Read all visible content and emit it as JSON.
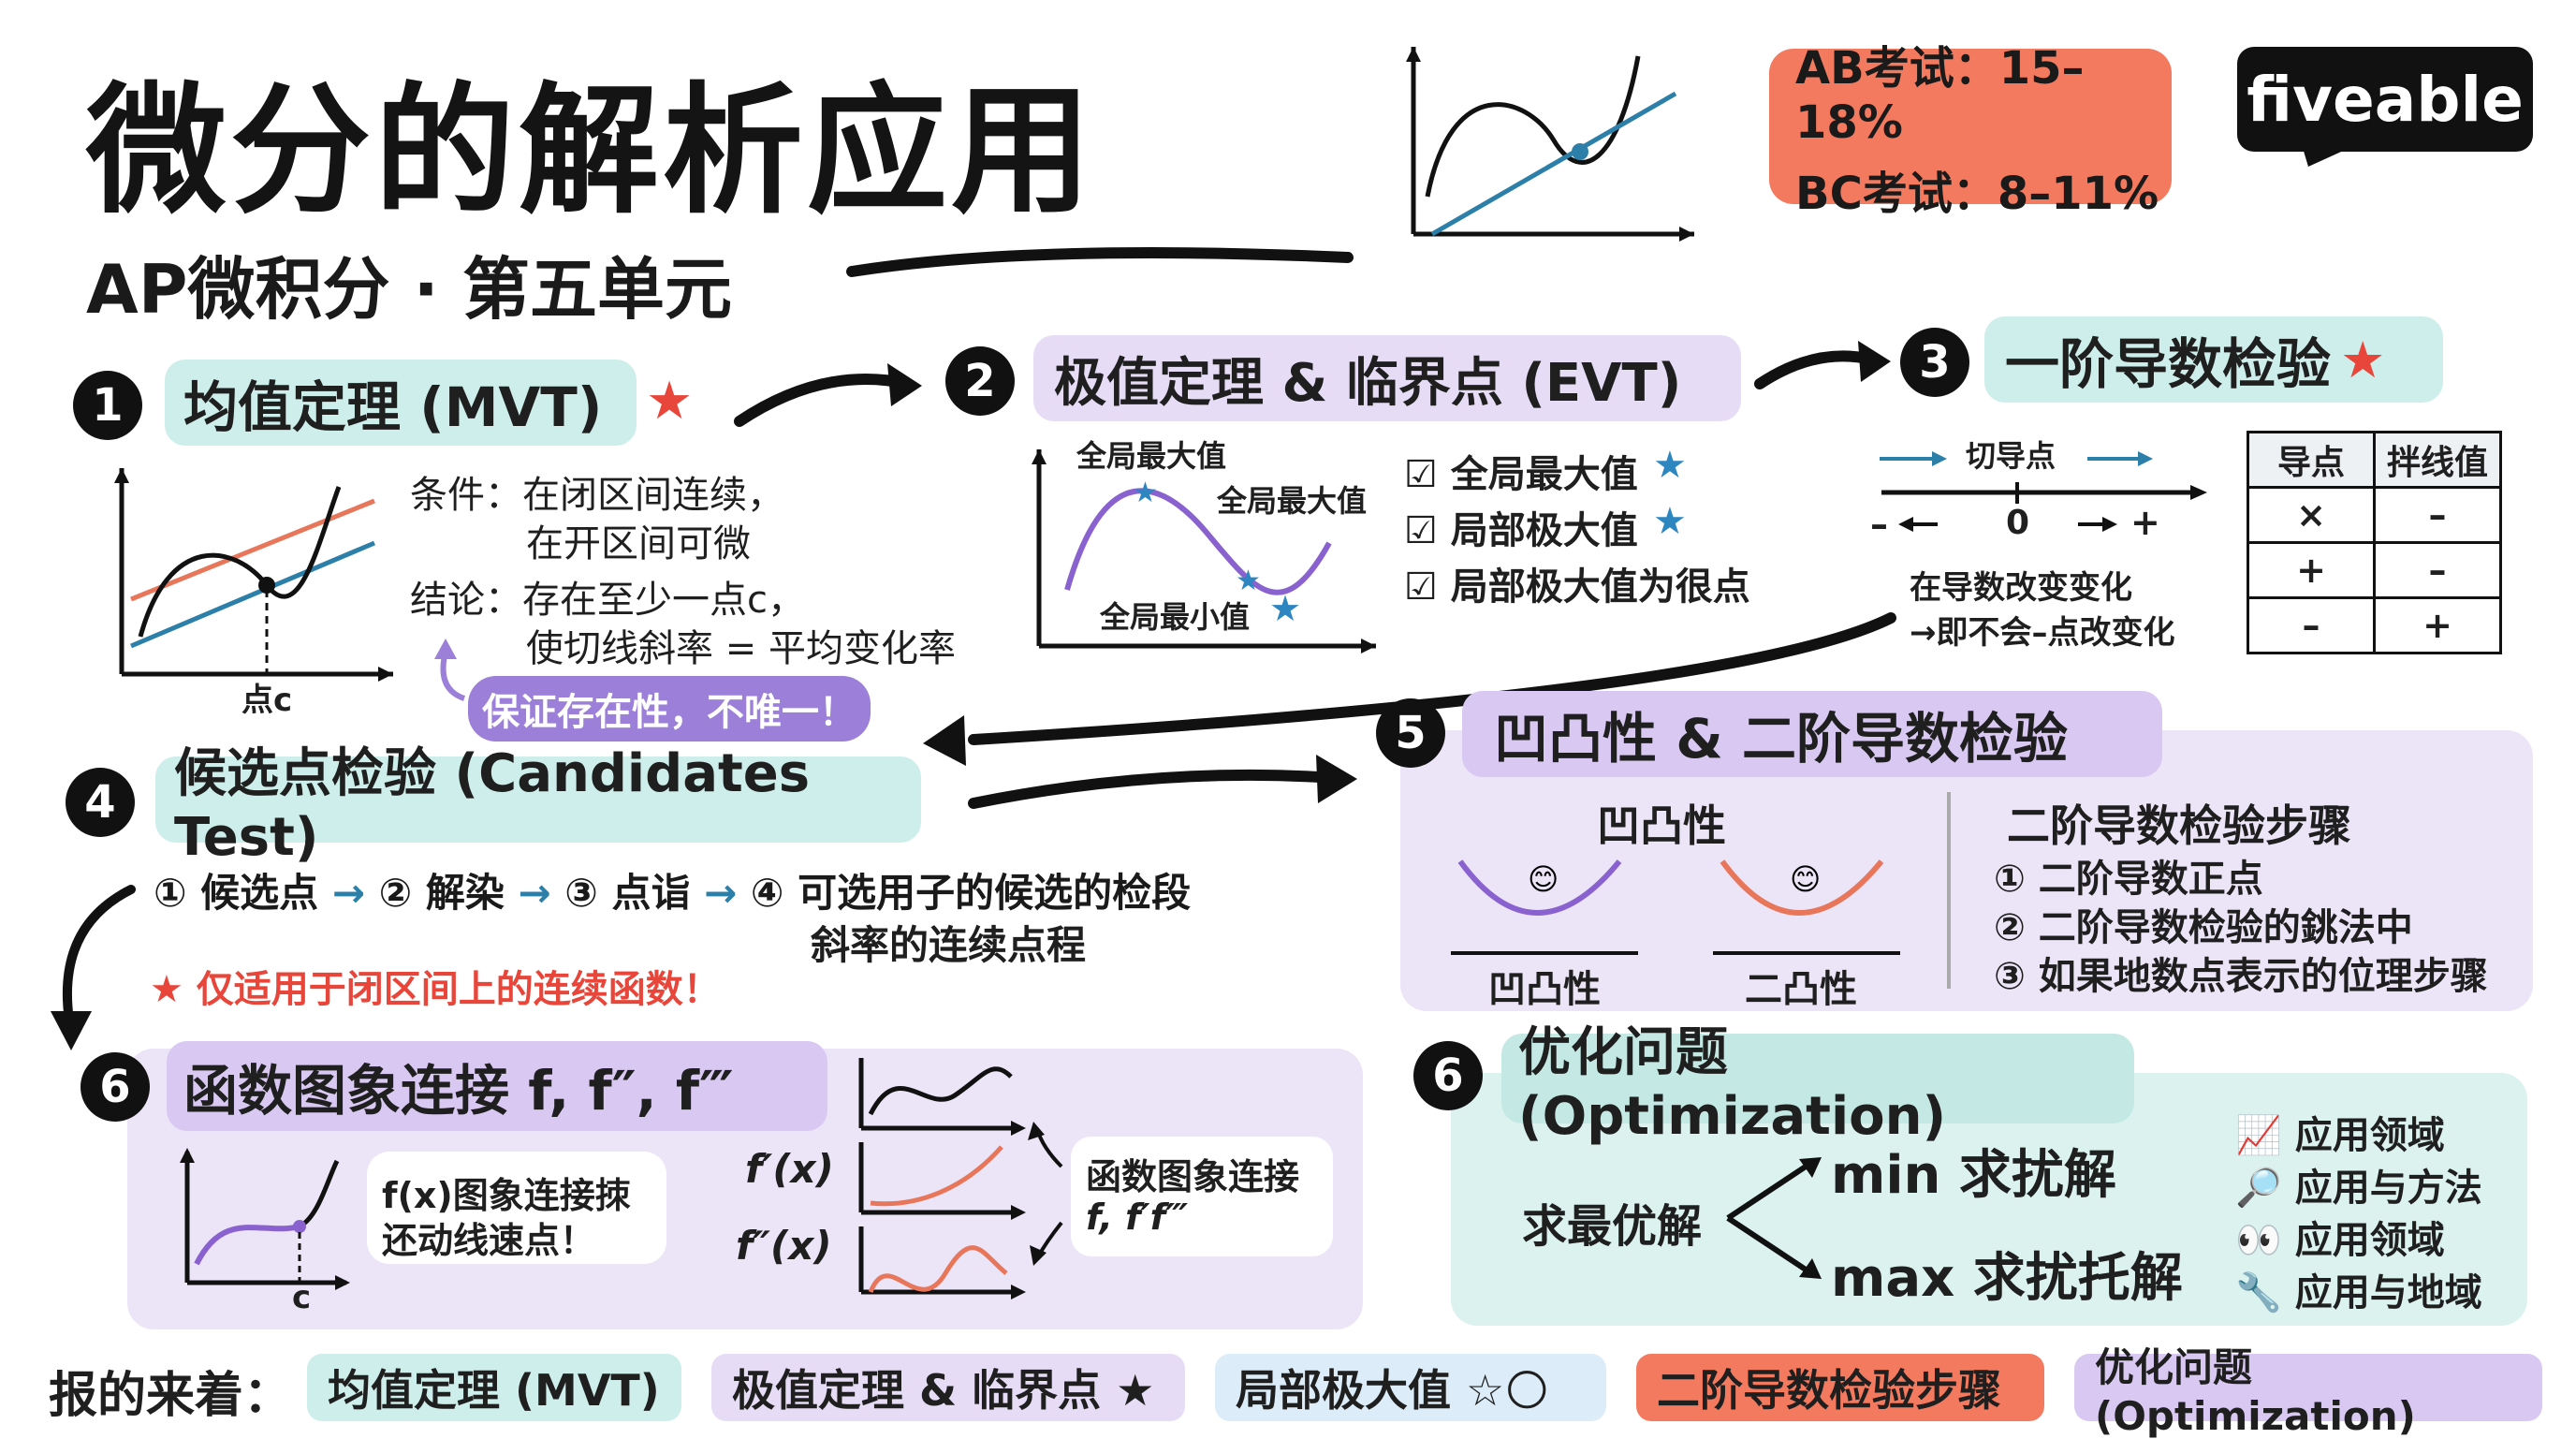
{
  "header": {
    "title": "微分的解析应用",
    "subtitle": "AP微积分 · 第五单元",
    "exam_ab": "AB考试：15–18%",
    "exam_bc": "BC考试：8–11%",
    "brand": "fiveable"
  },
  "s1": {
    "num": "1",
    "title": "均值定理 (MVT)",
    "star": "★",
    "cond1": "条件：在闭区间连续，",
    "cond2": "在开区间可微",
    "conc1": "结论：存在至少一点c，",
    "conc2": "使切线斜率 = 平均变化率",
    "point_label": "点c",
    "note": "保证存在性，不唯一！"
  },
  "s2": {
    "num": "2",
    "title": "极值定理 & 临界点 (EVT)",
    "label_max1": "全局最大值",
    "label_max2": "全局最大值",
    "label_min": "全局最小值",
    "check1": "☑ 全局最大值",
    "check2": "☑ 局部极大值",
    "check3": "☑ 局部极大值为很点"
  },
  "s3": {
    "num": "3",
    "title": "一阶导数检验",
    "arrow_label": "切导点",
    "minus": "–",
    "zero": "0",
    "plus": "+",
    "note1": "在导数改变变化",
    "note2": "→即不会–点改变化",
    "table_headers": [
      "导点",
      "拌线值"
    ],
    "table_rows": [
      [
        "×",
        "–"
      ],
      [
        "+",
        "–"
      ],
      [
        "–",
        "+"
      ]
    ]
  },
  "s4": {
    "num": "4",
    "title": "候选点检验 (Candidates Test)",
    "step1": "① 候选点",
    "step2": "② 解染",
    "step3": "③ 点诣",
    "step4": "④ 可选用子的候选的检段",
    "step4b": "斜率的连续点程",
    "warning": "★ 仅适用于闭区间上的连续函数！"
  },
  "s5": {
    "num": "5",
    "title": "凹凸性 & 二阶导数检验",
    "concavity_heading": "凹凸性",
    "cup1": "凹凸性",
    "cup2": "二凸性",
    "steps_heading": "二阶导数检验步骤",
    "step1": "① 二阶导数正点",
    "step2": "② 二阶导数检验的銚法中",
    "step3": "③ 如果地数点表示的位理步骤"
  },
  "s6a": {
    "num": "6",
    "title": "函数图象连接 f, f″, f‴",
    "bubble1": "f(x)图象连接拺",
    "bubble2": "还动线速点！",
    "c_label": "c",
    "fp": "f′(x)",
    "fpp": "f″(x)",
    "right1": "函数图象连接",
    "right2": "f, f′f‴"
  },
  "s6b": {
    "num": "6",
    "title": "优化问题 (Optimization)",
    "center": "求最优解",
    "min_text": "min 求扰解",
    "max_text": "max 求扰托解",
    "apps": [
      "📈 应用领域",
      "🔎 应用与方法",
      "👀 应用领域",
      "🔧 应用与地域"
    ]
  },
  "footer": {
    "label": "报的来着：",
    "chips": [
      "均值定理 (MVT)",
      "极值定理 & 临界点 ★",
      "局部极大值 ☆🌕",
      "二阶导数检验步骤",
      "优化问题 (Optimization)"
    ]
  },
  "colors": {
    "teal": "#cdeeea",
    "lavender": "#e6dcf6",
    "coral": "#f47a5f",
    "purple_note": "#9b7fd9",
    "star_red": "#e8463a",
    "star_blue": "#2e86c1"
  }
}
